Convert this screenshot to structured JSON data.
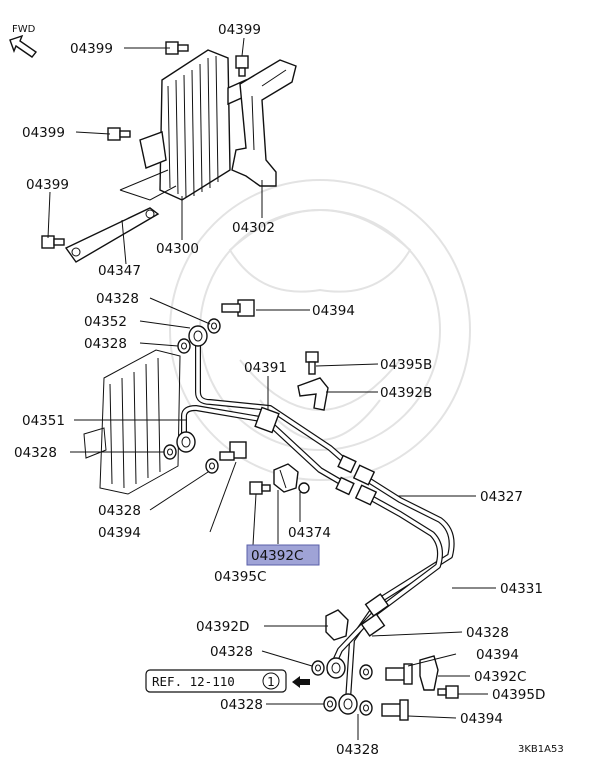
{
  "fwd_label": "FWD",
  "ref_label": "REF. 12-110",
  "ref_number": "1",
  "figure_code": "3KB1A53",
  "callouts": {
    "c04399_a": "04399",
    "c04399_b": "04399",
    "c04399_c": "04399",
    "c04399_d": "04399",
    "c04300": "04300",
    "c04302": "04302",
    "c04347": "04347",
    "c04328_a": "04328",
    "c04352": "04352",
    "c04328_b": "04328",
    "c04394_a": "04394",
    "c04395B": "04395B",
    "c04391": "04391",
    "c04392B": "04392B",
    "c04351": "04351",
    "c04328_c": "04328",
    "c04328_d": "04328",
    "c04394_b": "04394",
    "c04374": "04374",
    "c04392C_hl": "04392C",
    "c04395C": "04395C",
    "c04327": "04327",
    "c04331": "04331",
    "c04392D": "04392D",
    "c04328_e": "04328",
    "c04394_c": "04394",
    "c04392C": "04392C",
    "c04395D": "04395D",
    "c04328_f": "04328",
    "c04394_d": "04394",
    "c04328_g": "04328"
  },
  "colors": {
    "highlight_fill": "#9fa3d6",
    "highlight_stroke": "#5a5fa8",
    "ink": "#111111",
    "watermark": "#e3e3e3"
  }
}
